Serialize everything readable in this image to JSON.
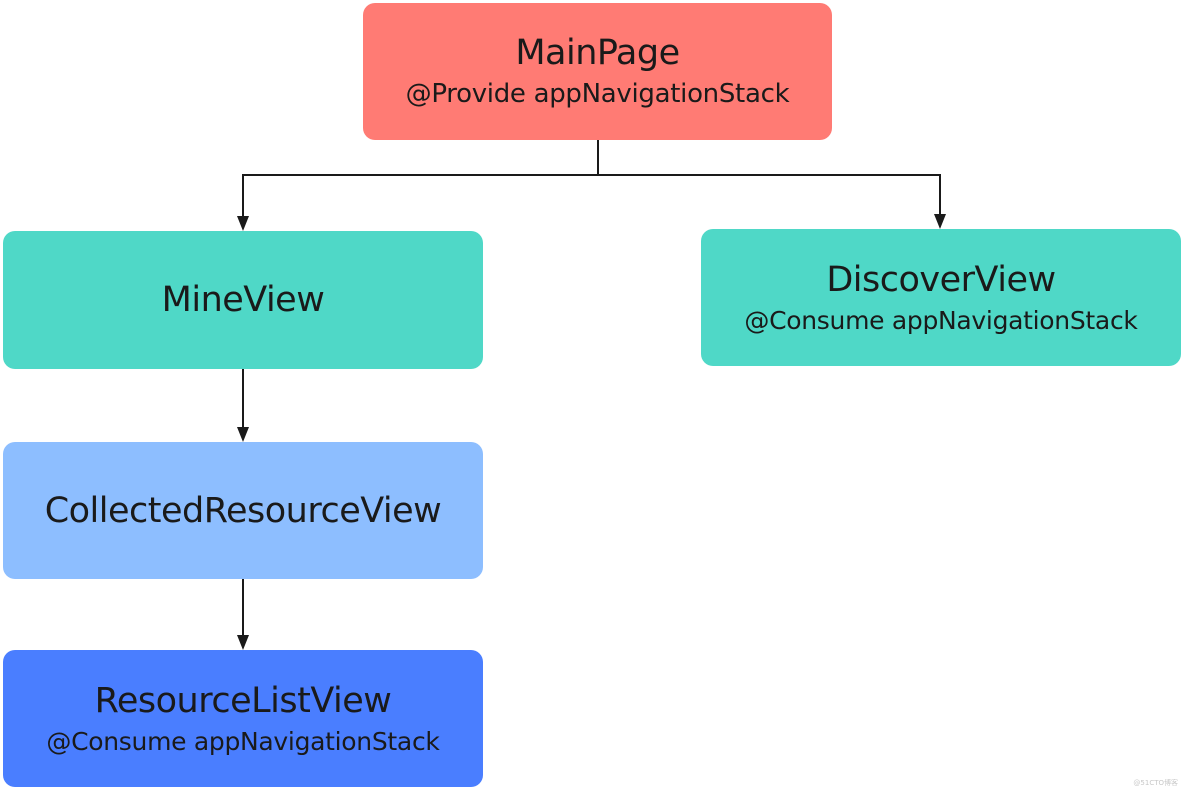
{
  "colors": {
    "mainpage": "#ff7b74",
    "mineview": "#4fd8c7",
    "discoverview": "#4fd8c7",
    "collected": "#8dbeff",
    "resourcelist": "#4a7eff",
    "connector": "#1a1a1a"
  },
  "nodes": {
    "mainpage": {
      "title": "MainPage",
      "subtitle": "@Provide appNavigationStack"
    },
    "mineview": {
      "title": "MineView"
    },
    "discoverview": {
      "title": "DiscoverView",
      "subtitle": "@Consume appNavigationStack"
    },
    "collected": {
      "title": "CollectedResourceView"
    },
    "resourcelist": {
      "title": "ResourceListView",
      "subtitle": "@Consume appNavigationStack"
    }
  },
  "watermark": "@51CTO博客"
}
